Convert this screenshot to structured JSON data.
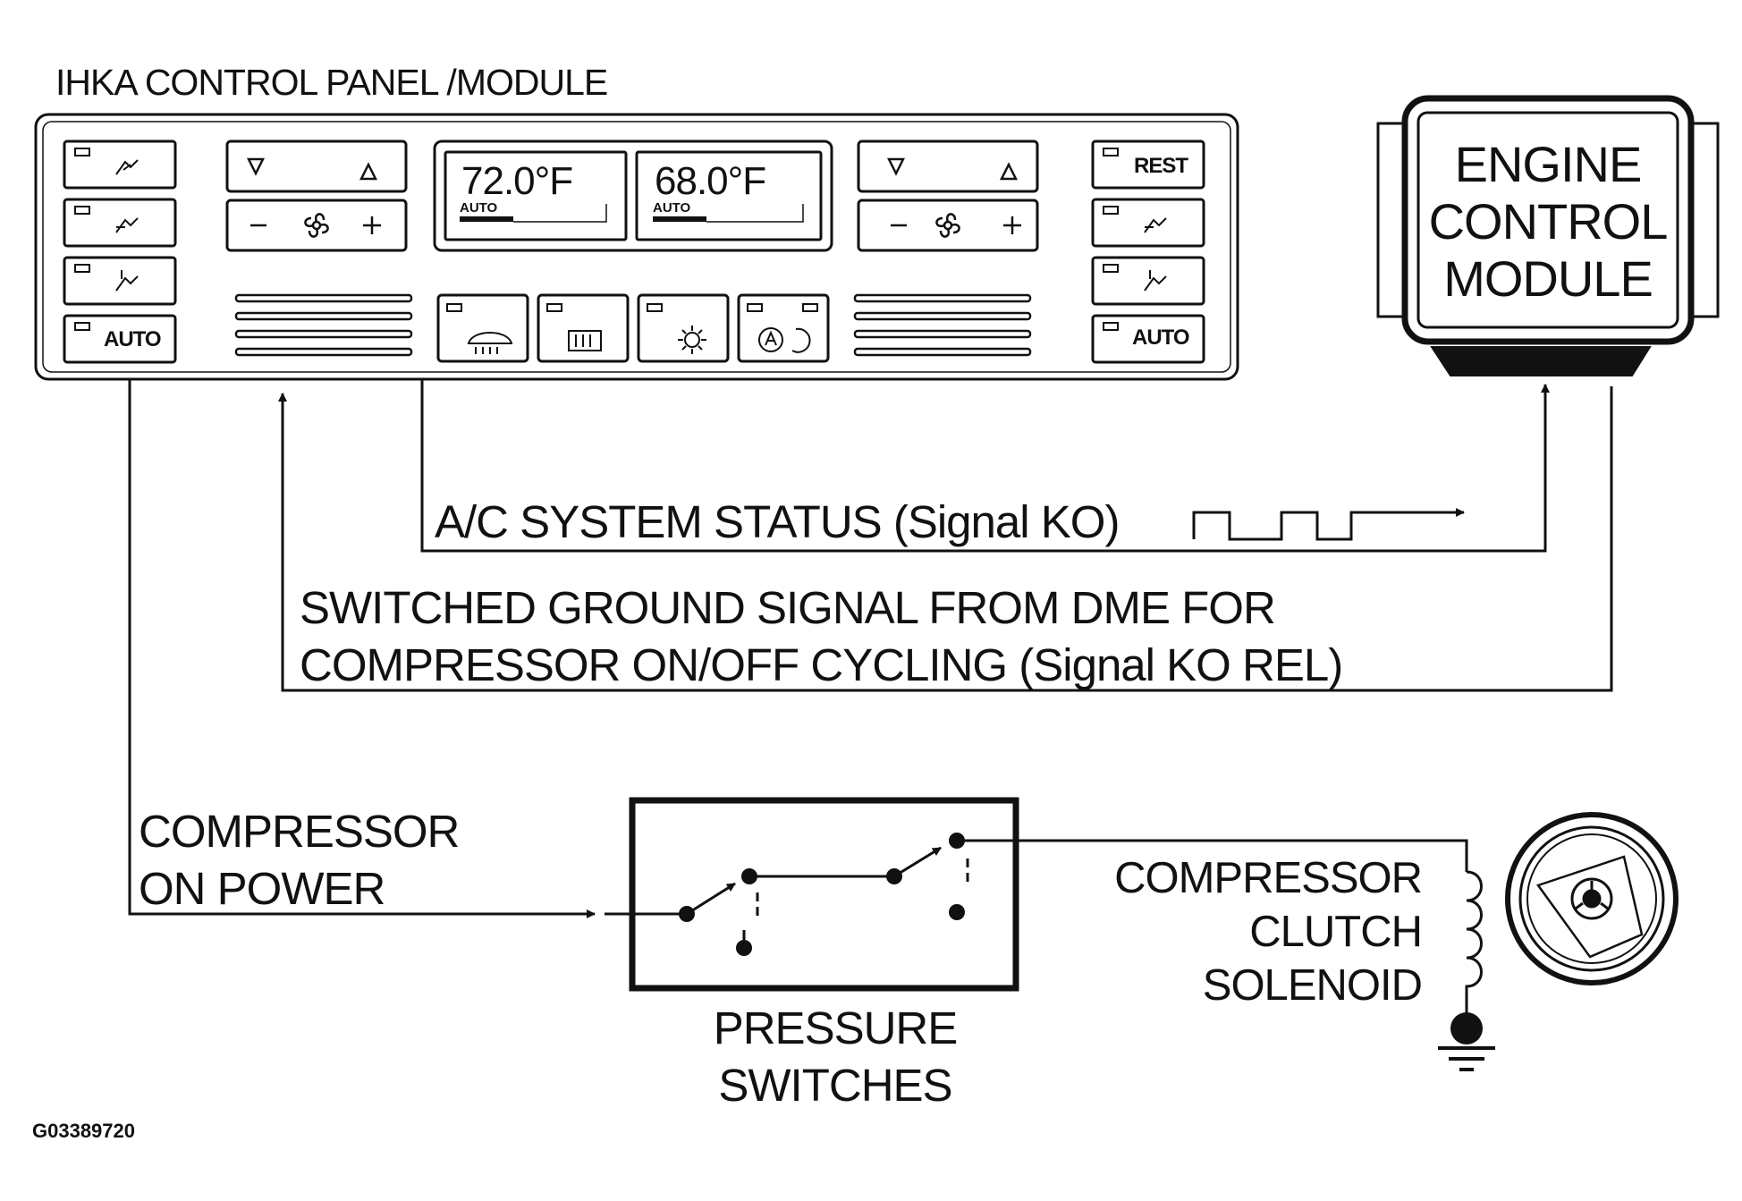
{
  "panel": {
    "title": "IHKA CONTROL PANEL /MODULE",
    "left_display": {
      "temp": "72.0°F",
      "mode": "AUTO"
    },
    "right_display": {
      "temp": "68.0°F",
      "mode": "AUTO"
    },
    "left_buttons": [
      "AUTO"
    ],
    "right_buttons": [
      "REST",
      "AUTO"
    ]
  },
  "ecm": {
    "line1": "ENGINE",
    "line2": "CONTROL",
    "line3": "MODULE"
  },
  "signals": {
    "status": "A/C SYSTEM STATUS (Signal KO)",
    "ground_line1": "SWITCHED GROUND SIGNAL FROM DME FOR",
    "ground_line2": "COMPRESSOR ON/OFF CYCLING (Signal KO REL)"
  },
  "compressor_power": {
    "line1": "COMPRESSOR",
    "line2": "ON POWER"
  },
  "pressure_switches": {
    "line1": "PRESSURE",
    "line2": "SWITCHES"
  },
  "clutch": {
    "line1": "COMPRESSOR",
    "line2": "CLUTCH",
    "line3": "SOLENOID"
  },
  "figure_id": "G03389720"
}
